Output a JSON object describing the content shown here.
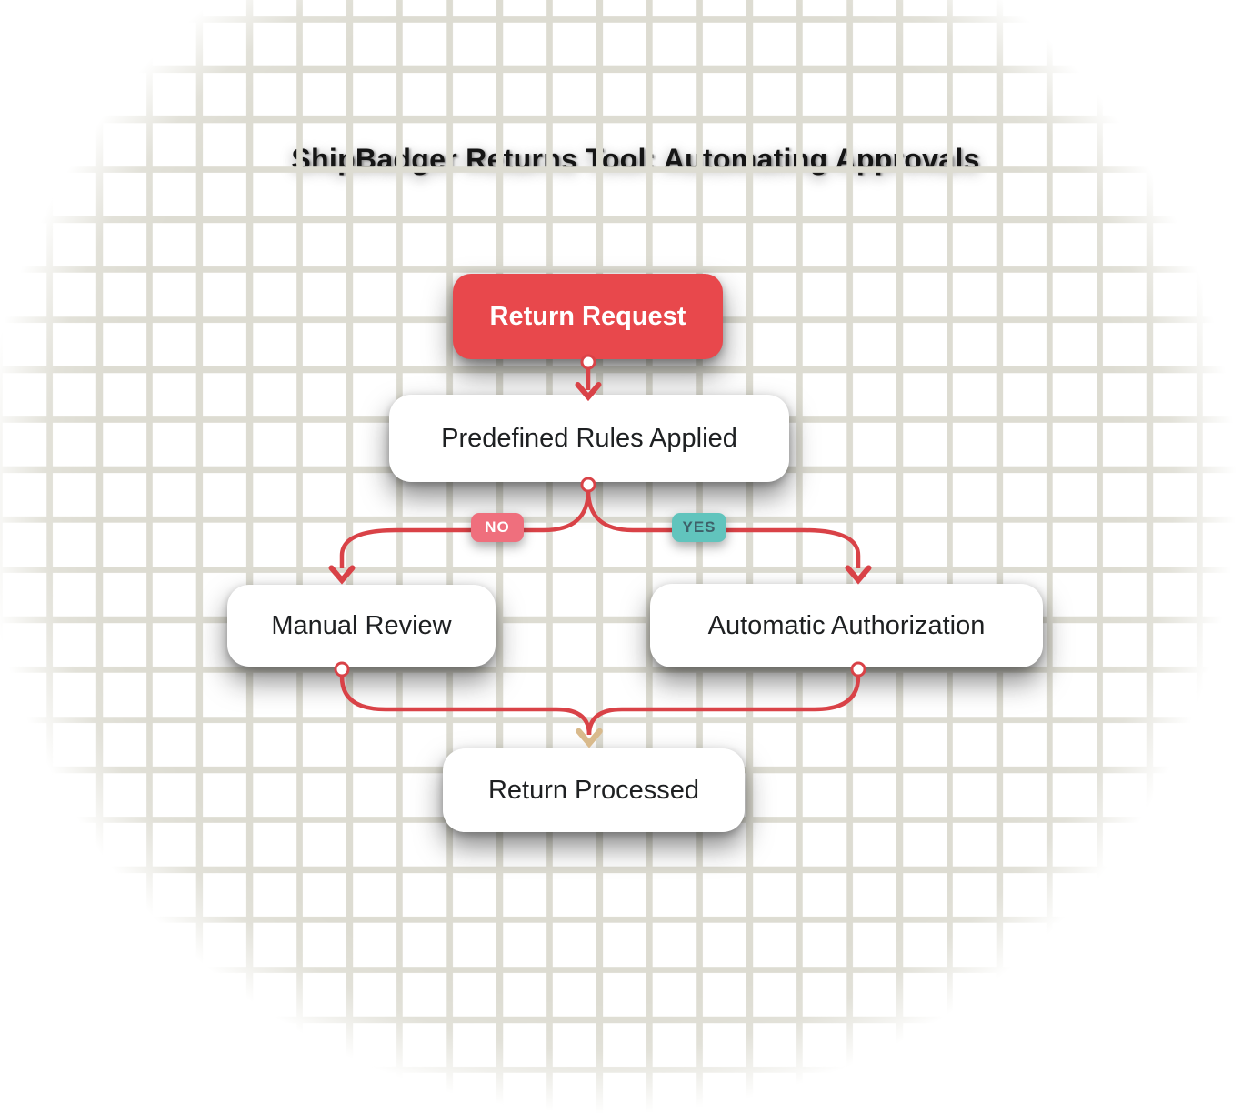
{
  "title": "ShipBadger Returns Tool: Automating Approvals",
  "nodes": {
    "return_request": {
      "label": "Return Request",
      "style": "red-start"
    },
    "predefined_rules": {
      "label": "Predefined Rules Applied",
      "style": "white"
    },
    "manual_review": {
      "label": "Manual Review",
      "style": "white"
    },
    "automatic_authorization": {
      "label": "Automatic Authorization",
      "style": "white"
    },
    "return_processed": {
      "label": "Return Processed",
      "style": "white"
    }
  },
  "edges": [
    {
      "from": "return_request",
      "to": "predefined_rules",
      "label": ""
    },
    {
      "from": "predefined_rules",
      "to": "manual_review",
      "label": "NO"
    },
    {
      "from": "predefined_rules",
      "to": "automatic_authorization",
      "label": "YES"
    },
    {
      "from": "manual_review",
      "to": "return_processed",
      "label": ""
    },
    {
      "from": "automatic_authorization",
      "to": "return_processed",
      "label": ""
    }
  ],
  "colors": {
    "accent_red": "#E8484C",
    "arrow_red": "#D94247",
    "no_badge_bg": "#EF6F7D",
    "no_badge_text": "#FFFFFF",
    "yes_badge_bg": "#61C4BD",
    "yes_badge_text": "#3E5F68",
    "merge_arrow_tan": "#D9BA8C",
    "grid_line": "#DDDCD2",
    "node_text": "#1E2022",
    "title_text": "#151515"
  }
}
